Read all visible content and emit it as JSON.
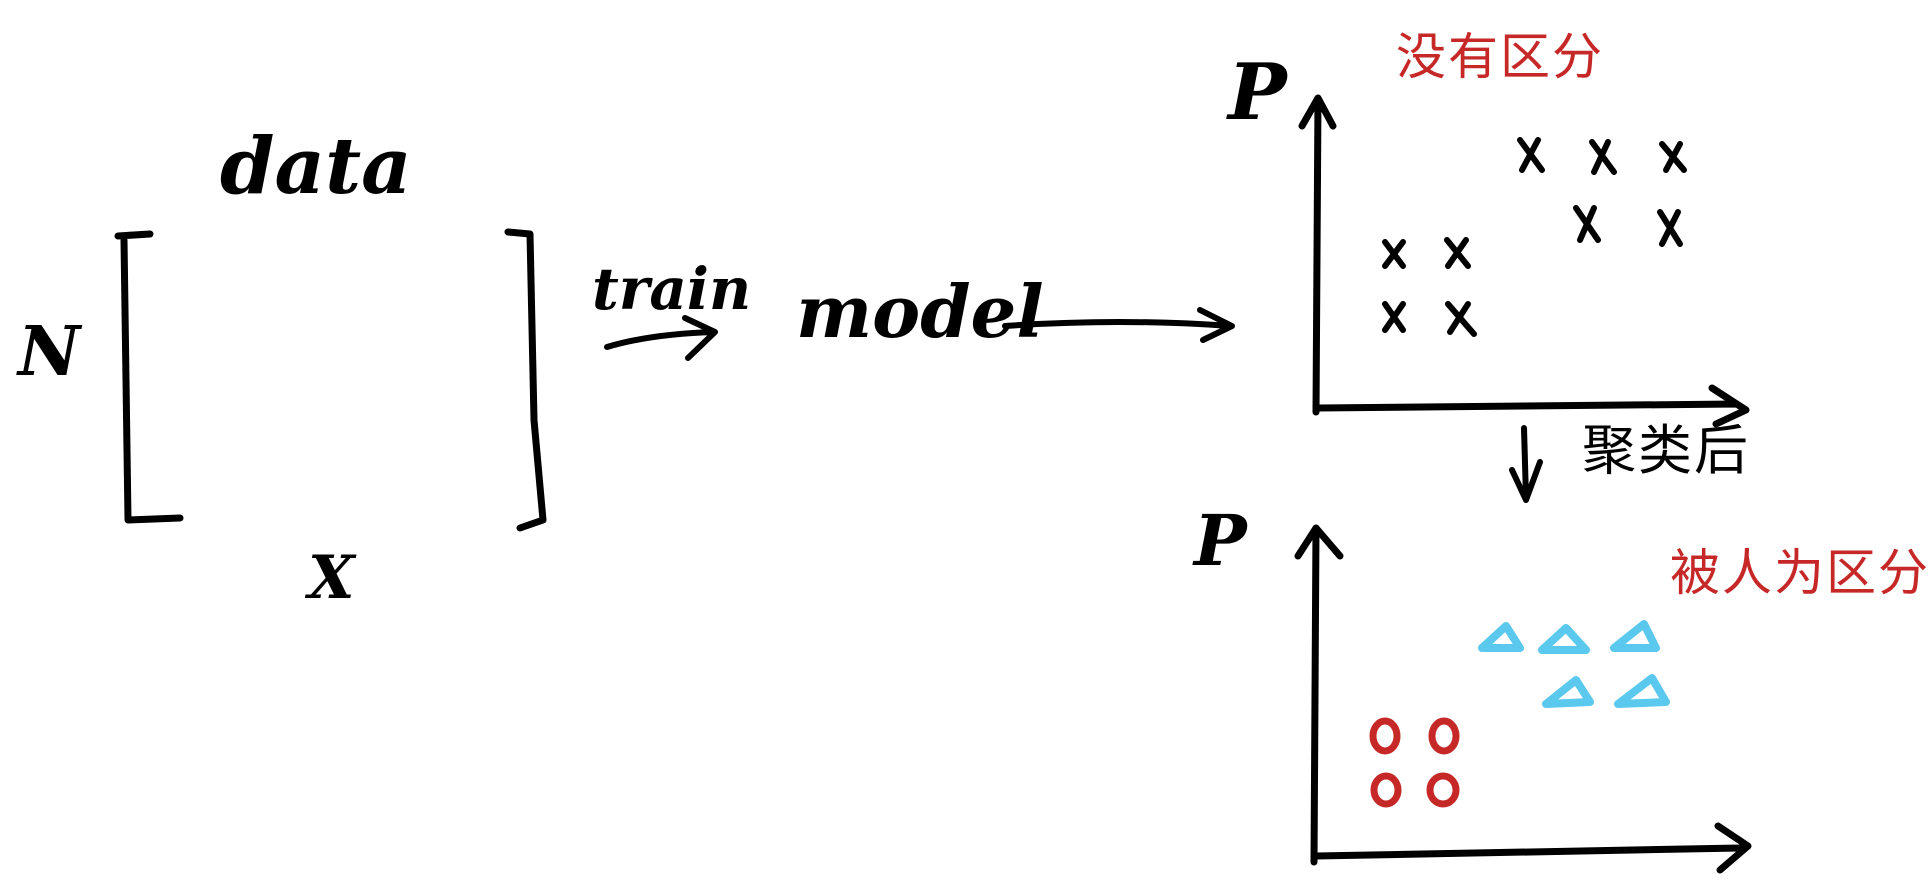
{
  "left": {
    "data_label": "data",
    "n_label": "N",
    "x_label": "X",
    "train_label": "train",
    "model_label": "model"
  },
  "top_plot": {
    "y_label": "P",
    "annotation": "没有区分",
    "marker": "x",
    "marker_count": 9
  },
  "transition": {
    "label": "聚类后"
  },
  "bottom_plot": {
    "y_label": "P",
    "annotation": "被人为区分",
    "groups": [
      {
        "marker": "circle",
        "count": 4,
        "color": "#c62828"
      },
      {
        "marker": "triangle",
        "count": 5,
        "color": "#5bc8ee"
      }
    ]
  },
  "colors": {
    "ink": "#000000",
    "annotation": "#c62828",
    "triangle": "#5bc8ee",
    "circle": "#c62828"
  }
}
